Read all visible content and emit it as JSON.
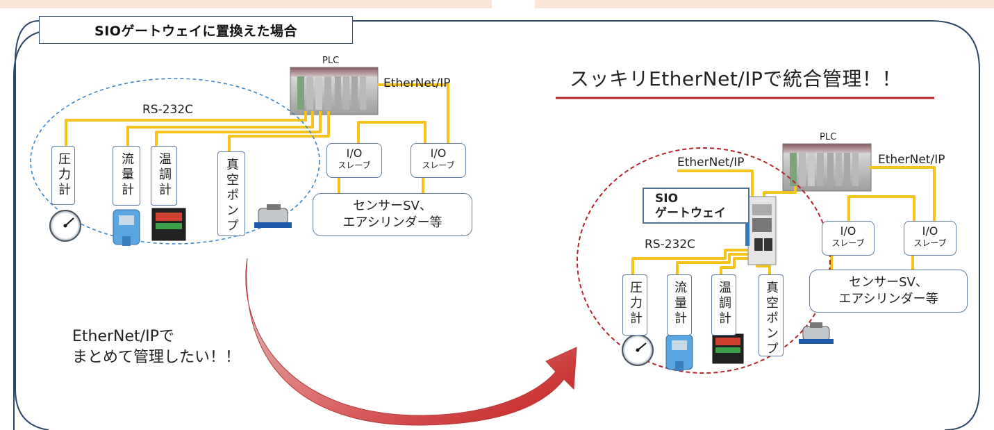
{
  "title": "SIOゲートウェイに置換えた場合",
  "headline": "スッキリEtherNet/IPで統合管理！！",
  "callout": {
    "line1": "EtherNet/IPで",
    "line2": "まとめて管理したい！！"
  },
  "left": {
    "plc": "PLC",
    "ethernet": "EtherNet/IP",
    "rs232": "RS-232C",
    "devices": [
      "圧力計",
      "流量計",
      "温調計",
      "真空ポンプ"
    ],
    "io": [
      {
        "top": "I/O",
        "bottom": "スレーブ"
      },
      {
        "top": "I/O",
        "bottom": "スレーブ"
      }
    ],
    "sensor": {
      "line1": "センサーSV、",
      "line2": "エアシリンダー等"
    }
  },
  "right": {
    "plc": "PLC",
    "ethernet_left": "EtherNet/IP",
    "ethernet_right": "EtherNet/IP",
    "gateway": {
      "line1": "SIO",
      "line2": "ゲートウェイ"
    },
    "rs232": "RS-232C",
    "devices": [
      "圧力計",
      "流量計",
      "温調計",
      "真空ポンプ"
    ],
    "io": [
      {
        "top": "I/O",
        "bottom": "スレーブ"
      },
      {
        "top": "I/O",
        "bottom": "スレーブ"
      }
    ],
    "sensor": {
      "line1": "センサーSV、",
      "line2": "エアシリンダー等"
    }
  },
  "colors": {
    "frame": "#2d4566",
    "cable": "#f5c41c",
    "dash_left": "#3a86c8",
    "dash_right": "#b8232b",
    "headline_rule": "#b8232b",
    "arrow": "#c42a2a",
    "strip": "#fbe6d8"
  },
  "icons": [
    "pressure-gauge-icon",
    "flow-meter-icon",
    "temperature-controller-icon",
    "vacuum-pump-icon",
    "plc-rack-icon",
    "sio-gateway-device-icon"
  ]
}
